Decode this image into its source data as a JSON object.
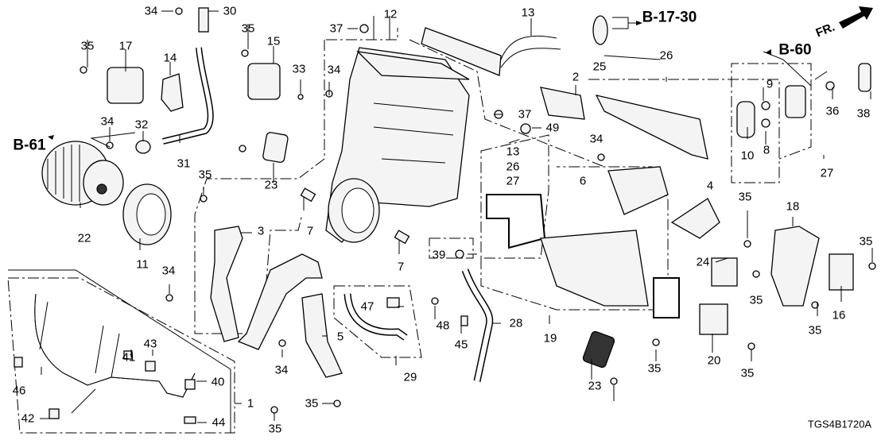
{
  "diagram": {
    "type": "exploded-parts-diagram",
    "diagram_code": "TGS4B1720A",
    "direction_marker": "FR.",
    "references": [
      "B-17-30",
      "B-60",
      "B-61"
    ],
    "callouts": [
      {
        "id": "c34a",
        "text": "34"
      },
      {
        "id": "c30",
        "text": "30"
      },
      {
        "id": "c35a",
        "text": "35"
      },
      {
        "id": "c17",
        "text": "17"
      },
      {
        "id": "c14",
        "text": "14"
      },
      {
        "id": "c35b",
        "text": "35"
      },
      {
        "id": "c15",
        "text": "15"
      },
      {
        "id": "c33",
        "text": "33"
      },
      {
        "id": "c37a",
        "text": "37"
      },
      {
        "id": "c12",
        "text": "12"
      },
      {
        "id": "c13a",
        "text": "13"
      },
      {
        "id": "c25",
        "text": "25"
      },
      {
        "id": "c34b",
        "text": "34"
      },
      {
        "id": "c2",
        "text": "2"
      },
      {
        "id": "c37b",
        "text": "37"
      },
      {
        "id": "c49",
        "text": "49"
      },
      {
        "id": "c26a",
        "text": "26"
      },
      {
        "id": "c9",
        "text": "9"
      },
      {
        "id": "c10",
        "text": "10"
      },
      {
        "id": "c8",
        "text": "8"
      },
      {
        "id": "c36",
        "text": "36"
      },
      {
        "id": "c38",
        "text": "38"
      },
      {
        "id": "c27a",
        "text": "27"
      },
      {
        "id": "c34c",
        "text": "34"
      },
      {
        "id": "c32",
        "text": "32"
      },
      {
        "id": "c31",
        "text": "31"
      },
      {
        "id": "c35c",
        "text": "35"
      },
      {
        "id": "c23a",
        "text": "23"
      },
      {
        "id": "c34d",
        "text": "34"
      },
      {
        "id": "c13b",
        "text": "13"
      },
      {
        "id": "c26b",
        "text": "26"
      },
      {
        "id": "c27b",
        "text": "27"
      },
      {
        "id": "c6",
        "text": "6"
      },
      {
        "id": "c4",
        "text": "4"
      },
      {
        "id": "c35d",
        "text": "35"
      },
      {
        "id": "c22",
        "text": "22"
      },
      {
        "id": "c11",
        "text": "11"
      },
      {
        "id": "c7a",
        "text": "7"
      },
      {
        "id": "c3",
        "text": "3"
      },
      {
        "id": "c7b",
        "text": "7"
      },
      {
        "id": "c39",
        "text": "39"
      },
      {
        "id": "c18",
        "text": "18"
      },
      {
        "id": "c35e",
        "text": "35"
      },
      {
        "id": "c24",
        "text": "24"
      },
      {
        "id": "c34e",
        "text": "34"
      },
      {
        "id": "c47",
        "text": "47"
      },
      {
        "id": "c48",
        "text": "48"
      },
      {
        "id": "c35f",
        "text": "35"
      },
      {
        "id": "c16",
        "text": "16"
      },
      {
        "id": "c28",
        "text": "28"
      },
      {
        "id": "c45",
        "text": "45"
      },
      {
        "id": "c19",
        "text": "19"
      },
      {
        "id": "c5",
        "text": "5"
      },
      {
        "id": "c34f",
        "text": "34"
      },
      {
        "id": "c29",
        "text": "29"
      },
      {
        "id": "c35g",
        "text": "35"
      },
      {
        "id": "c20",
        "text": "20"
      },
      {
        "id": "c35h",
        "text": "35"
      },
      {
        "id": "c43",
        "text": "43"
      },
      {
        "id": "c41",
        "text": "41"
      },
      {
        "id": "c46",
        "text": "46"
      },
      {
        "id": "c40",
        "text": "40"
      },
      {
        "id": "c23b",
        "text": "23"
      },
      {
        "id": "c1",
        "text": "1"
      },
      {
        "id": "c42",
        "text": "42"
      },
      {
        "id": "c44",
        "text": "44"
      },
      {
        "id": "c35i",
        "text": "35"
      },
      {
        "id": "c35j",
        "text": "35"
      },
      {
        "id": "c35k",
        "text": "35"
      }
    ]
  }
}
